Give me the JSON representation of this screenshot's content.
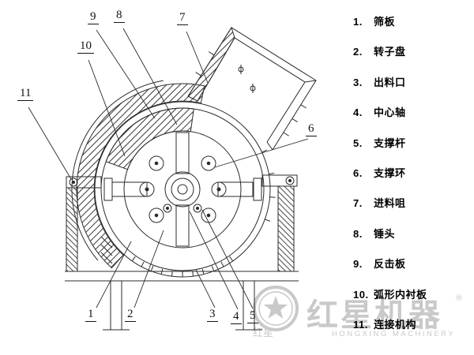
{
  "legend": {
    "items": [
      {
        "num": "1.",
        "label": "筛板"
      },
      {
        "num": "2.",
        "label": "转子盘"
      },
      {
        "num": "3.",
        "label": "出料口"
      },
      {
        "num": "4.",
        "label": "中心轴"
      },
      {
        "num": "5.",
        "label": "支撑杆"
      },
      {
        "num": "6.",
        "label": "支撑环"
      },
      {
        "num": "7.",
        "label": "进料咀"
      },
      {
        "num": "8.",
        "label": "锤头"
      },
      {
        "num": "9.",
        "label": "反击板"
      },
      {
        "num": "10.",
        "label": "弧形内衬板"
      },
      {
        "num": "11.",
        "label": "连接机构"
      }
    ]
  },
  "callouts": {
    "c1": "1",
    "c2": "2",
    "c3": "3",
    "c4": "4",
    "c5": "5",
    "c6": "6",
    "c7": "7",
    "c8": "8",
    "c9": "9",
    "c10": "10",
    "c11": "11"
  },
  "watermark": {
    "brand_cn": "红星机器",
    "reg": "®",
    "brand_en": "HONGXING MACHINERY",
    "stamp": "红星"
  },
  "colors": {
    "line": "#2b2b2b",
    "watermark": "#c9c9c9"
  }
}
